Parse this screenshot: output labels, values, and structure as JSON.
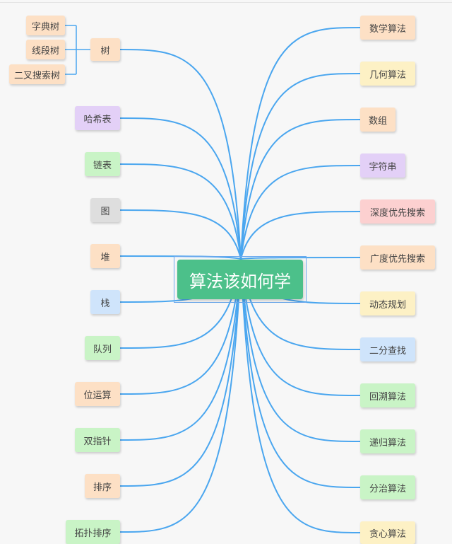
{
  "central": {
    "label": "算法该如何学"
  },
  "left": [
    {
      "id": "tree",
      "label": "树",
      "color": "#fde0c5",
      "children": [
        {
          "id": "trie",
          "label": "字典树",
          "color": "#fde0c5"
        },
        {
          "id": "segment-tree",
          "label": "线段树",
          "color": "#fde0c5"
        },
        {
          "id": "bst",
          "label": "二叉搜索树",
          "color": "#fde0c5"
        }
      ]
    },
    {
      "id": "hash-table",
      "label": "哈希表",
      "color": "#e3d0f7"
    },
    {
      "id": "linked-list",
      "label": "链表",
      "color": "#c9f4c6"
    },
    {
      "id": "graph",
      "label": "图",
      "color": "#dedede"
    },
    {
      "id": "heap",
      "label": "堆",
      "color": "#fde0c5"
    },
    {
      "id": "stack",
      "label": "栈",
      "color": "#cfe4fb"
    },
    {
      "id": "queue",
      "label": "队列",
      "color": "#c9f4c6"
    },
    {
      "id": "bit-ops",
      "label": "位运算",
      "color": "#fde0c5"
    },
    {
      "id": "two-pointers",
      "label": "双指针",
      "color": "#c9f4c6"
    },
    {
      "id": "sorting",
      "label": "排序",
      "color": "#fde0c5"
    },
    {
      "id": "topo-sort",
      "label": "拓扑排序",
      "color": "#c9f4c6"
    }
  ],
  "right": [
    {
      "id": "math",
      "label": "数学算法",
      "color": "#fde0c5"
    },
    {
      "id": "geometry",
      "label": "几何算法",
      "color": "#fdf1c5"
    },
    {
      "id": "array",
      "label": "数组",
      "color": "#fde0c5"
    },
    {
      "id": "string",
      "label": "字符串",
      "color": "#e3d0f7"
    },
    {
      "id": "dfs",
      "label": "深度优先搜索",
      "color": "#fcd0d0"
    },
    {
      "id": "bfs",
      "label": "广度优先搜索",
      "color": "#fde0c5"
    },
    {
      "id": "dp",
      "label": "动态规划",
      "color": "#fdf1c5"
    },
    {
      "id": "binary-search",
      "label": "二分查找",
      "color": "#cfe4fb"
    },
    {
      "id": "backtracking",
      "label": "回溯算法",
      "color": "#c9f4c6"
    },
    {
      "id": "recursion",
      "label": "递归算法",
      "color": "#c9f4c6"
    },
    {
      "id": "divide-conquer",
      "label": "分治算法",
      "color": "#c9f4c6"
    },
    {
      "id": "greedy",
      "label": "贪心算法",
      "color": "#fdf1c5"
    }
  ],
  "colors": {
    "edge": "#4aa6ef",
    "central_fill": "#4cc08a",
    "central_border": "#6aa8ee"
  }
}
